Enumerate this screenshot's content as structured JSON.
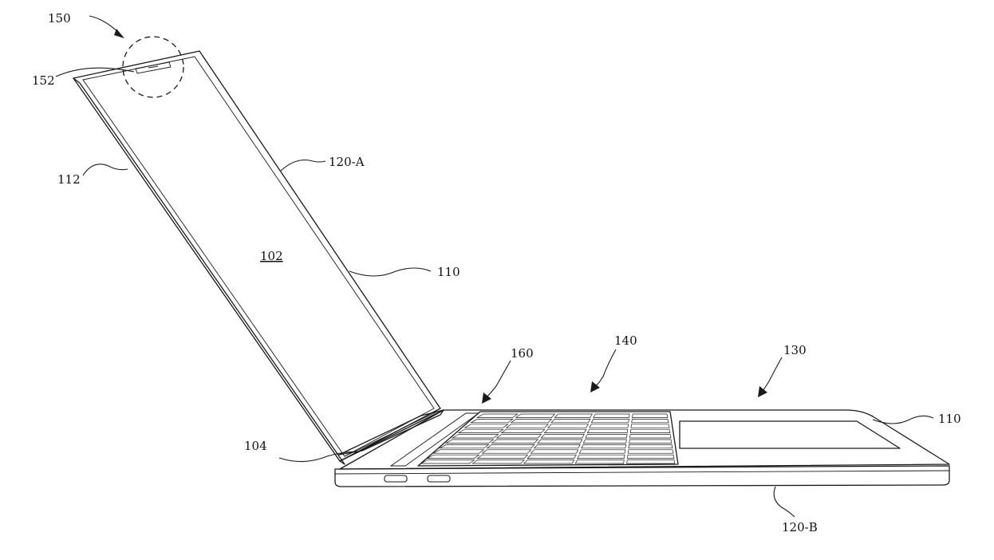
{
  "labels": {
    "r150": "150",
    "r152": "152",
    "r112": "112",
    "r120a": "120-A",
    "r102": "102",
    "r110_upper": "110",
    "r160": "160",
    "r140": "140",
    "r130": "130",
    "r110_lower": "110",
    "r104": "104",
    "r120b": "120-B"
  },
  "colors": {
    "ink": "#1a1a1a",
    "paper": "#ffffff"
  }
}
